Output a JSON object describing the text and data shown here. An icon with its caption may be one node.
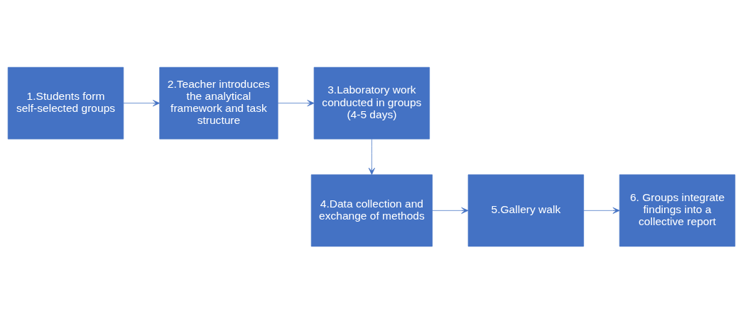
{
  "diagram": {
    "nodes": [
      {
        "text": [
          "1.Students form self-selected groups"
        ]
      },
      {
        "text": [
          "2.Teacher introduces the analytical framework and task structure"
        ]
      },
      {
        "text": [
          "3.Laboratory work conducted in groups (4-5 days)"
        ]
      },
      {
        "text": [
          "4.Data collection and exchange of methods"
        ]
      },
      {
        "text": [
          "5.Gallery walk"
        ]
      },
      {
        "text": [
          "6. Groups integrate findings into a collective report"
        ]
      }
    ],
    "edges": [
      {
        "from": 0,
        "to": 1,
        "arrow": "to"
      },
      {
        "from": 1,
        "to": 2,
        "arrow": "to"
      },
      {
        "from": 2,
        "to": 3,
        "arrow": "to"
      },
      {
        "from": 3,
        "to": 4,
        "arrow": "to"
      },
      {
        "from": 4,
        "to": 5,
        "arrow": "to"
      }
    ]
  }
}
